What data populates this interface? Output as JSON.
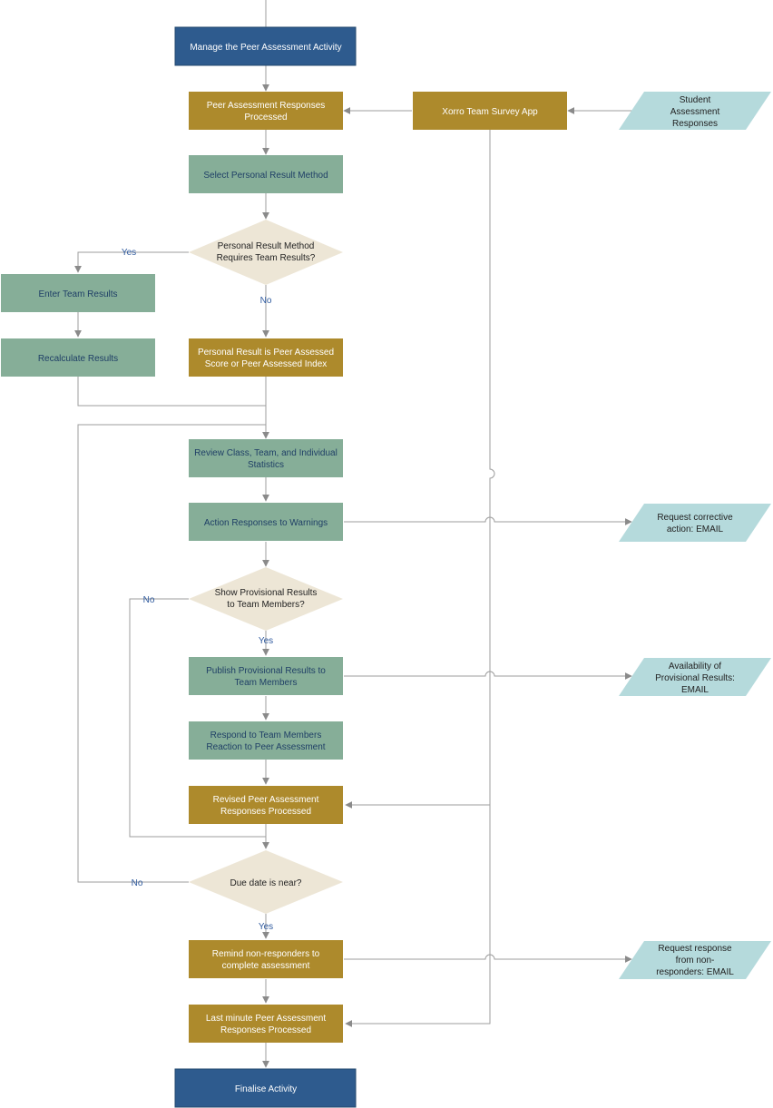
{
  "colors": {
    "terminal": "#2e5b8e",
    "process_gold": "#ad8a2c",
    "process_teal": "#86ae98",
    "decision": "#ede6d6",
    "data_io": "#b5dadc",
    "edge": "#9e9e9e",
    "edge_label": "#2f5a9e"
  },
  "nodes": {
    "manage": {
      "lines": [
        "Manage the Peer Assessment Activity"
      ]
    },
    "processed": {
      "lines": [
        "Peer Assessment Responses",
        "Processed"
      ]
    },
    "xorro": {
      "lines": [
        "Xorro Team Survey App"
      ]
    },
    "student": {
      "lines": [
        "Student",
        "Assessment",
        "Responses"
      ]
    },
    "select_method": {
      "lines": [
        "Select Personal Result Method"
      ]
    },
    "requires_team": {
      "lines": [
        "Personal Result Method",
        "Requires Team Results?"
      ]
    },
    "enter_team": {
      "lines": [
        "Enter Team Results"
      ]
    },
    "recalc": {
      "lines": [
        "Recalculate Results"
      ]
    },
    "personal_result": {
      "lines": [
        "Personal Result is Peer Assessed",
        "Score or Peer Assessed Index"
      ]
    },
    "review_stats": {
      "lines": [
        "Review Class, Team, and Individual",
        "Statistics"
      ]
    },
    "action_warnings": {
      "lines": [
        "Action Responses to Warnings"
      ]
    },
    "req_corrective": {
      "lines": [
        "Request corrective",
        "action: EMAIL"
      ]
    },
    "show_provisional": {
      "lines": [
        "Show Provisional Results",
        "to Team Members?"
      ]
    },
    "publish_provisional": {
      "lines": [
        "Publish Provisional Results to",
        "Team Members"
      ]
    },
    "avail_provisional": {
      "lines": [
        "Availability of",
        "Provisional Results:",
        "EMAIL"
      ]
    },
    "respond_reaction": {
      "lines": [
        "Respond to Team Members",
        "Reaction to Peer Assessment"
      ]
    },
    "revised_processed": {
      "lines": [
        "Revised Peer Assessment",
        "Responses Processed"
      ]
    },
    "due_date": {
      "lines": [
        "Due date is near?"
      ]
    },
    "remind": {
      "lines": [
        "Remind non-responders to",
        "complete assessment"
      ]
    },
    "req_response": {
      "lines": [
        "Request response",
        "from non-",
        "responders: EMAIL"
      ]
    },
    "last_minute": {
      "lines": [
        "Last minute Peer Assessment",
        "Responses Processed"
      ]
    },
    "finalise": {
      "lines": [
        "Finalise Activity"
      ]
    }
  },
  "edge_labels": {
    "yes_team": "Yes",
    "no_team": "No",
    "no_show": "No",
    "yes_show": "Yes",
    "no_due": "No",
    "yes_due": "Yes"
  }
}
